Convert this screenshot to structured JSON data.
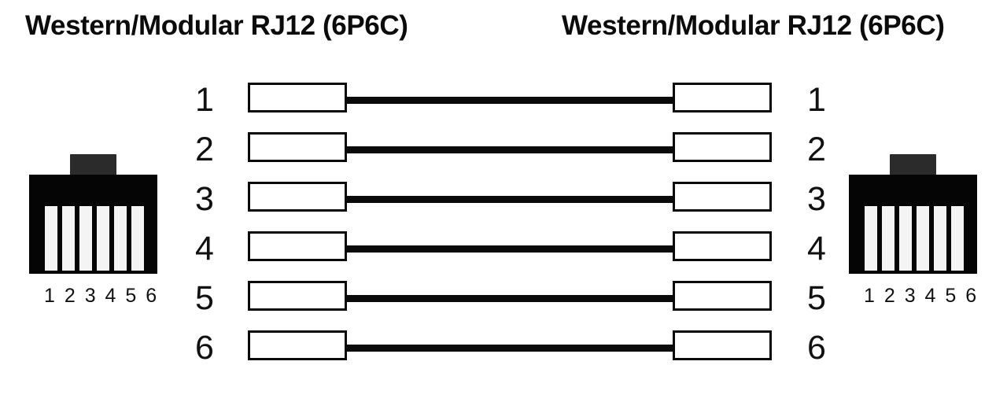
{
  "titles": {
    "left": "Western/Modular RJ12 (6P6C)",
    "right": "Western/Modular RJ12 (6P6C)"
  },
  "connectors": {
    "left": {
      "name": "rj12-connector-left",
      "pin_labels": "1 2 3 4 5 6",
      "pin_count": 6,
      "body_color": "#050505",
      "tab_color": "#2b2b2b",
      "pin_color": "#f4f4f4"
    },
    "right": {
      "name": "rj12-connector-right",
      "pin_labels": "1 2 3 4 5 6",
      "pin_count": 6,
      "body_color": "#050505",
      "tab_color": "#2b2b2b",
      "pin_color": "#f4f4f4"
    }
  },
  "wiring": {
    "wire_color": "#0a0a0a",
    "box_fill": "#ffffff",
    "box_border": "#0a0a0a",
    "rows": [
      {
        "left_label": "1",
        "right_label": "1"
      },
      {
        "left_label": "2",
        "right_label": "2"
      },
      {
        "left_label": "3",
        "right_label": "3"
      },
      {
        "left_label": "4",
        "right_label": "4"
      },
      {
        "left_label": "5",
        "right_label": "5"
      },
      {
        "left_label": "6",
        "right_label": "6"
      }
    ]
  }
}
